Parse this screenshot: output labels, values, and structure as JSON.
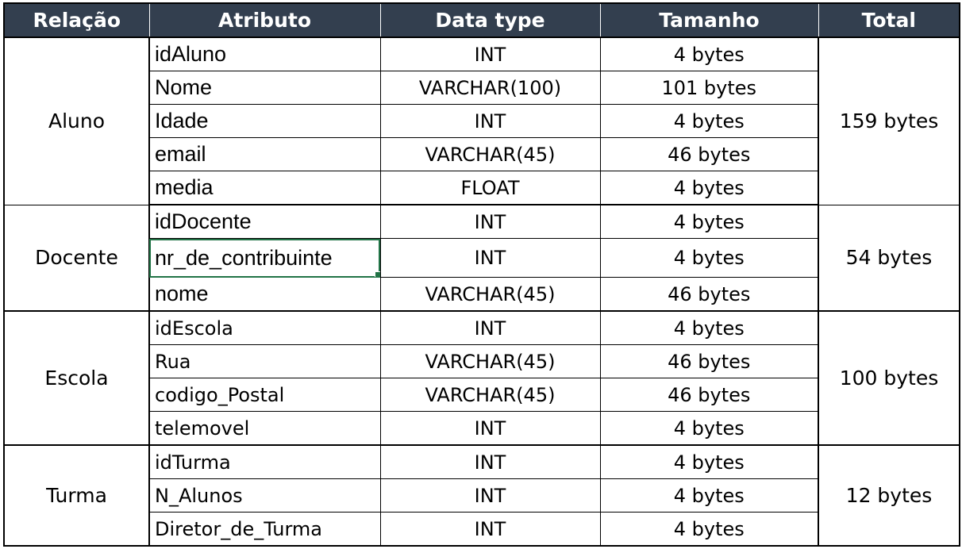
{
  "headers": {
    "relacao": "Relação",
    "atributo": "Atributo",
    "data_type": "Data type",
    "tamanho": "Tamanho",
    "total": "Total"
  },
  "groups": [
    {
      "relation": "Aluno",
      "total": "159 bytes",
      "rows": [
        {
          "atributo": "idAluno",
          "data_type": "INT",
          "tamanho": "4 bytes"
        },
        {
          "atributo": "Nome",
          "data_type": "VARCHAR(100)",
          "tamanho": "101 bytes"
        },
        {
          "atributo": "Idade",
          "data_type": "INT",
          "tamanho": "4 bytes"
        },
        {
          "atributo": "email",
          "data_type": "VARCHAR(45)",
          "tamanho": "46 bytes"
        },
        {
          "atributo": "media",
          "data_type": "FLOAT",
          "tamanho": "4 bytes"
        }
      ]
    },
    {
      "relation": "Docente",
      "total": "54 bytes",
      "rows": [
        {
          "atributo": "idDocente",
          "data_type": "INT",
          "tamanho": "4 bytes"
        },
        {
          "atributo": "nr_de_contribuinte",
          "data_type": "INT",
          "tamanho": "4 bytes"
        },
        {
          "atributo": "nome",
          "data_type": "VARCHAR(45)",
          "tamanho": "46 bytes"
        }
      ]
    },
    {
      "relation": "Escola",
      "total": "100 bytes",
      "rows": [
        {
          "atributo": "idEscola",
          "data_type": "INT",
          "tamanho": "4 bytes"
        },
        {
          "atributo": "Rua",
          "data_type": "VARCHAR(45)",
          "tamanho": "46 bytes"
        },
        {
          "atributo": "codigo_Postal",
          "data_type": "VARCHAR(45)",
          "tamanho": "46 bytes"
        },
        {
          "atributo": "telemovel",
          "data_type": "INT",
          "tamanho": "4 bytes"
        }
      ]
    },
    {
      "relation": "Turma",
      "total": "12 bytes",
      "rows": [
        {
          "atributo": "idTurma",
          "data_type": "INT",
          "tamanho": "4 bytes"
        },
        {
          "atributo": "N_Alunos",
          "data_type": "INT",
          "tamanho": "4 bytes"
        },
        {
          "atributo": "Diretor_de_Turma",
          "data_type": "INT",
          "tamanho": "4 bytes"
        }
      ]
    }
  ],
  "colors": {
    "header_bg": "#333f4f",
    "header_text": "#ffffff",
    "selection": "#217346"
  }
}
